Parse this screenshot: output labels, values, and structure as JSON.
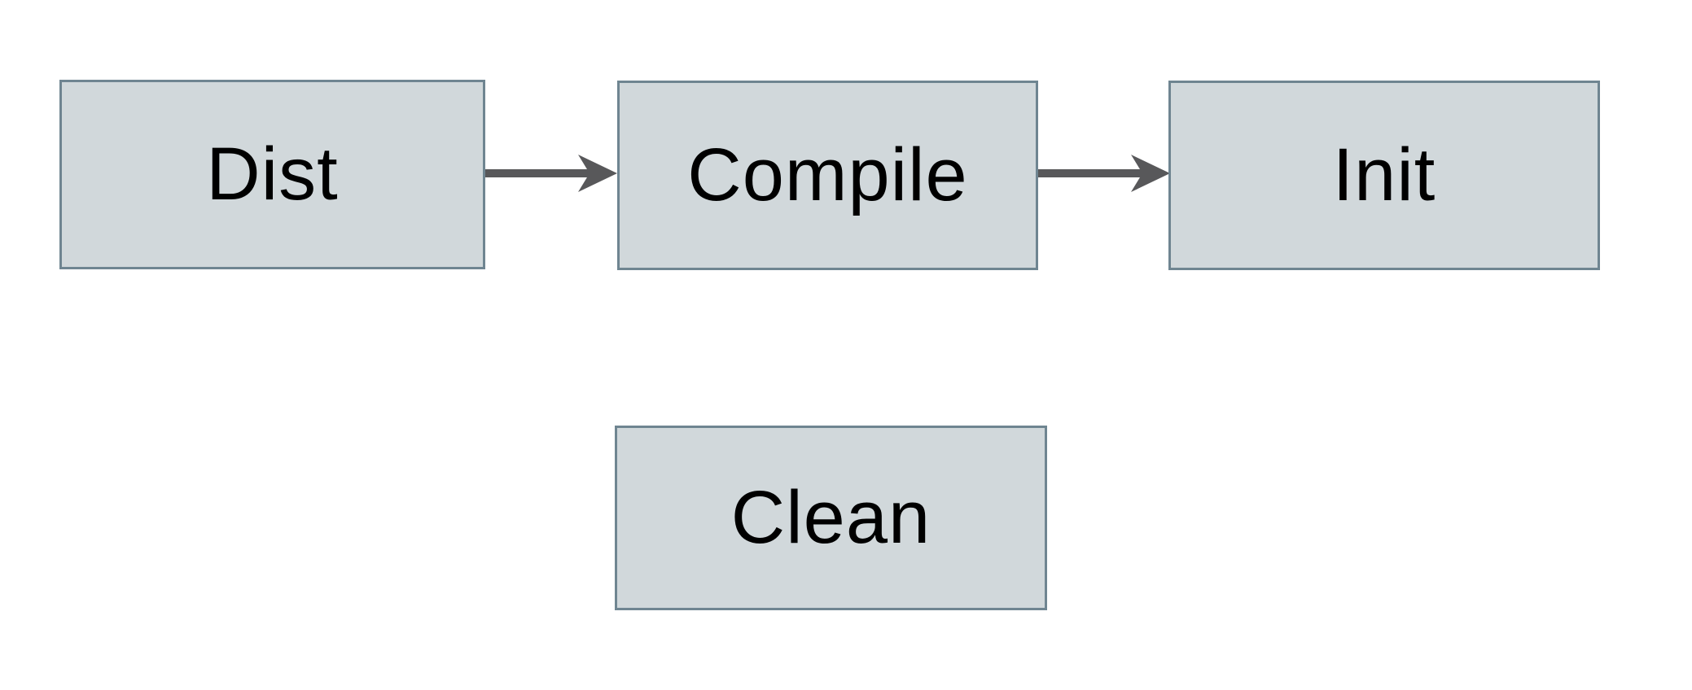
{
  "diagram": {
    "nodes": [
      {
        "id": "dist",
        "label": "Dist"
      },
      {
        "id": "compile",
        "label": "Compile"
      },
      {
        "id": "init",
        "label": "Init"
      },
      {
        "id": "clean",
        "label": "Clean"
      }
    ],
    "edges": [
      {
        "from": "Dist",
        "to": "Compile",
        "direction": "right"
      },
      {
        "from": "Compile",
        "to": "Init",
        "direction": "right"
      }
    ]
  },
  "colors": {
    "background": "#ffffff",
    "node_fill": "#d1d8db",
    "node_border": "#6f8591",
    "node_text": "#000000",
    "arrow": "#58585a"
  }
}
